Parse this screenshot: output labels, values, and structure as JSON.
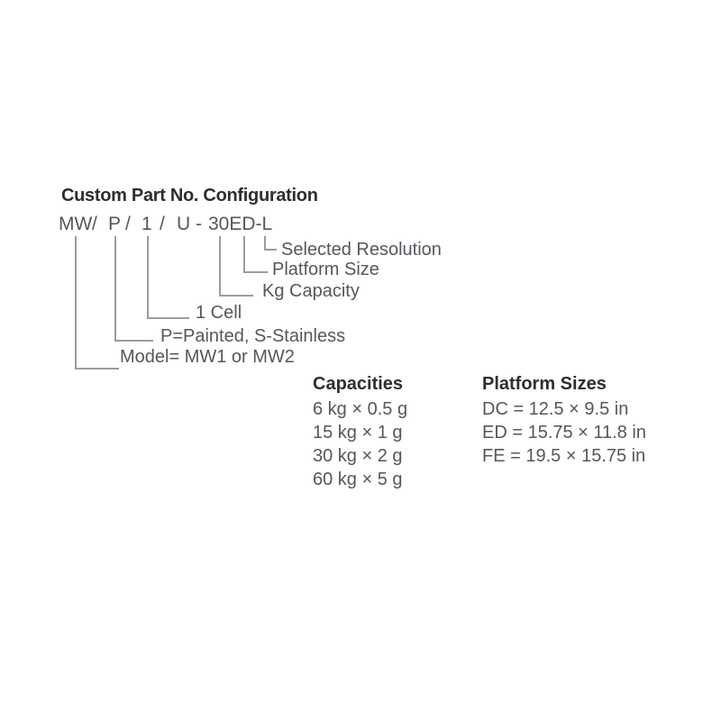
{
  "title": "Custom Part No. Configuration",
  "part_number": {
    "full": "MW / P / 1 / U - 30ED-L",
    "segments": {
      "model": "MW",
      "sep1": "/",
      "paint": "P",
      "sep2": "/",
      "cells": "1",
      "sep3": "/",
      "u": "U",
      "dash": "-",
      "code": "30ED-L"
    }
  },
  "callouts": {
    "selected_resolution": "Selected Resolution",
    "platform_size": "Platform Size",
    "kg_capacity": "Kg Capacity",
    "one_cell": "1 Cell",
    "paint_options": "P=Painted, S-Stainless",
    "model_options": "Model= MW1 or MW2"
  },
  "capacities": {
    "heading": "Capacities",
    "items": [
      "6 kg × 0.5 g",
      "15 kg × 1 g",
      "30 kg × 2 g",
      "60 kg × 5 g"
    ]
  },
  "platform_sizes": {
    "heading": "Platform Sizes",
    "items": [
      "DC = 12.5 × 9.5 in",
      "ED = 15.75 × 11.8 in",
      "FE = 19.5 × 15.75 in"
    ]
  },
  "colors": {
    "heading_text": "#2e2e30",
    "body_text": "#55575c",
    "connector_line": "#9c9c9e"
  }
}
